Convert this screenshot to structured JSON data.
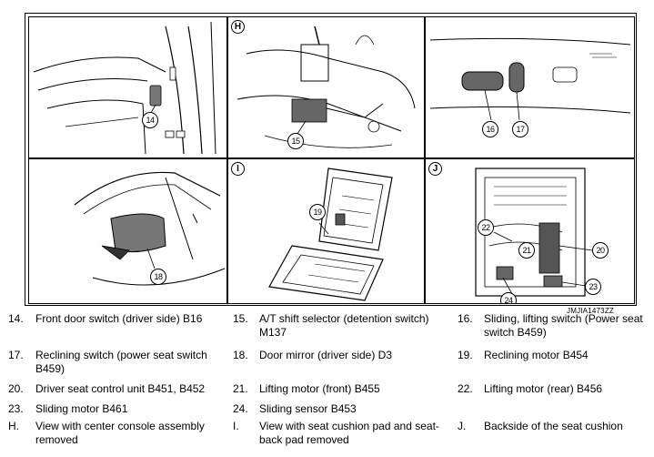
{
  "figure_code": "JMJIA1473ZZ",
  "view_letters": {
    "h": "H",
    "i": "I",
    "j": "J"
  },
  "callouts": [
    "14",
    "15",
    "16",
    "17",
    "18",
    "19",
    "20",
    "21",
    "22",
    "23",
    "24"
  ],
  "legend": [
    {
      "num": "14.",
      "text": "Front door switch (driver side) B16"
    },
    {
      "num": "15.",
      "text": "A/T shift selector (detention switch) M137"
    },
    {
      "num": "16.",
      "text": "Sliding, lifting switch (Power seat switch B459)"
    },
    {
      "num": "17.",
      "text": "Reclining switch (power seat switch B459)"
    },
    {
      "num": "18.",
      "text": " Door mirror (driver side) D3"
    },
    {
      "num": "19.",
      "text": "Reclining motor B454"
    },
    {
      "num": "20.",
      "text": " Driver seat control unit B451, B452"
    },
    {
      "num": "21.",
      "text": "Lifting motor (front) B455"
    },
    {
      "num": "22.",
      "text": "Lifting motor (rear) B456"
    },
    {
      "num": "23.",
      "text": "Sliding motor B461"
    },
    {
      "num": "24.",
      "text": "Sliding sensor B453"
    },
    {
      "num": "H.",
      "text": "View with center console assembly removed"
    },
    {
      "num": "I.",
      "text": "View with seat cushion pad and seat-back pad removed"
    },
    {
      "num": "J.",
      "text": "Backside of the seat cushion"
    }
  ]
}
